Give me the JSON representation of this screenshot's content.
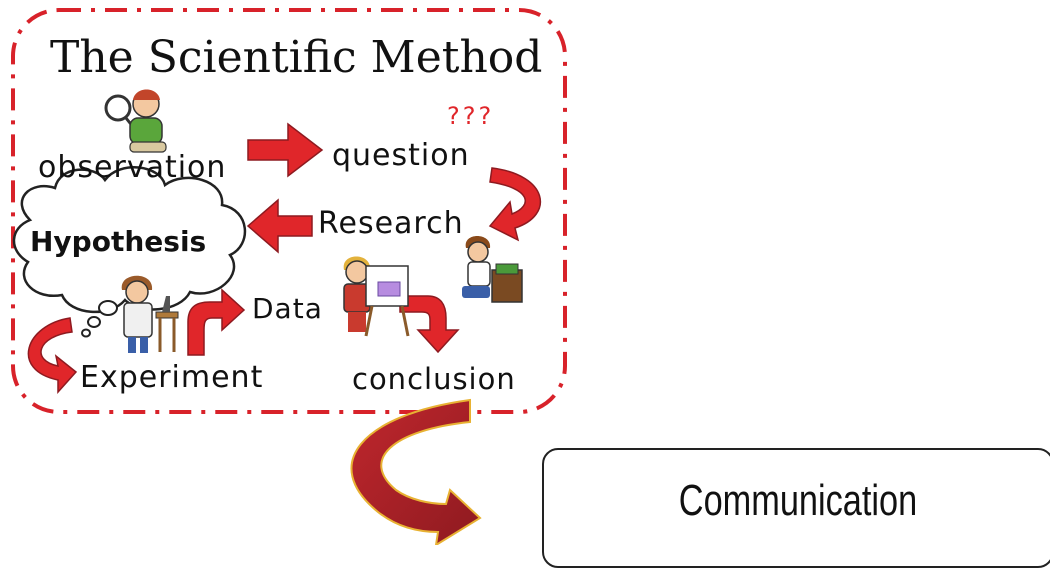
{
  "diagram": {
    "title": "The Scientific Method",
    "question_marks": "???",
    "steps": {
      "observation": "observation",
      "question": "question",
      "research": "Research",
      "hypothesis": "Hypothesis",
      "experiment": "Experiment",
      "data": "Data",
      "conclusion": "conclusion"
    },
    "communication": "Communication",
    "colors": {
      "arrow_red": "#e0262a",
      "arrow_dark_red": "#a3161f",
      "border_dash": "#d8222a"
    }
  }
}
